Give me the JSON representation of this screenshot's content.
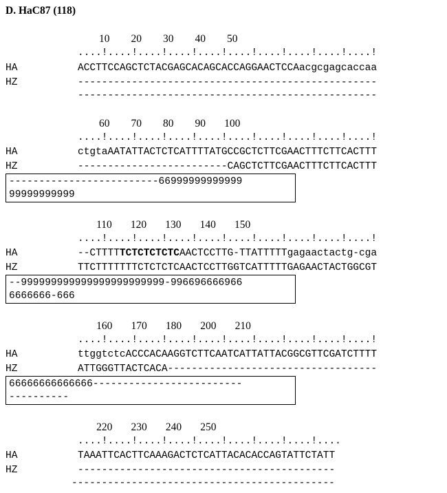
{
  "title": "D. HaC87 (118)",
  "labels": {
    "ha": "HA",
    "hz": "HZ"
  },
  "blocks": [
    {
      "numbers": "        10        20        30        40        50",
      "ruler": "....!....!....!....!....!....!....!....!....!....!",
      "ha": "ACCTTCCAGCTCTACGAGCACAGCACCAGGAACTCCAacgcgagcaccaa",
      "hz": "--------------------------------------------------",
      "track": [
        "--------------------------------------------------"
      ]
    },
    {
      "numbers": "        60        70        80        90       100",
      "ruler": "....!....!....!....!....!....!....!....!....!....!",
      "ha": "ctgtaAATATTACTCTCATTTTATGCCGCTCTTCGAACTTTCTTCACTTT",
      "hz": "-------------------------CAGCTCTTCGAACTTTCTTCACTTT",
      "track": [
        "-------------------------66999999999999",
        "99999999999"
      ]
    },
    {
      "numbers": "       110       120       130       140       150",
      "ruler": "....!....!....!....!....!....!....!....!....!....!",
      "ha_pre": "--CTTTT",
      "ha_bold": "TCTCTCTCTC",
      "ha_post": "AACTCCTTG-TTATTTTTgagaactactg-cga",
      "hz": "TTCTTTTTTTCTCTCTCAACTCCTTGGTCATTTTTGAGAACTACTGGCGT",
      "track": [
        "--999999999999999999999999-996696666966",
        "6666666-666"
      ]
    },
    {
      "numbers": "       160       170       180       200       210",
      "ruler": "....!....!....!....!....!....!....!....!....!....!",
      "ha": "ttggtctcACCCACAAGGTCTTCAATCATTATTACGGCGTTCGATCTTTT",
      "hz": "ATTGGGTTACTCACA-----------------------------------",
      "track": [
        "66666666666666-------------------------",
        "----------"
      ]
    },
    {
      "numbers": "       220       230       240       250",
      "ruler": "....!....!....!....!....!....!....!....!....",
      "ha": "TAAATTCACTTCAAAGACTCTCATTACACACCAGTATTCTATT",
      "hz": "-------------------------------------------",
      "track": [
        "--------------------------------------------"
      ]
    }
  ]
}
